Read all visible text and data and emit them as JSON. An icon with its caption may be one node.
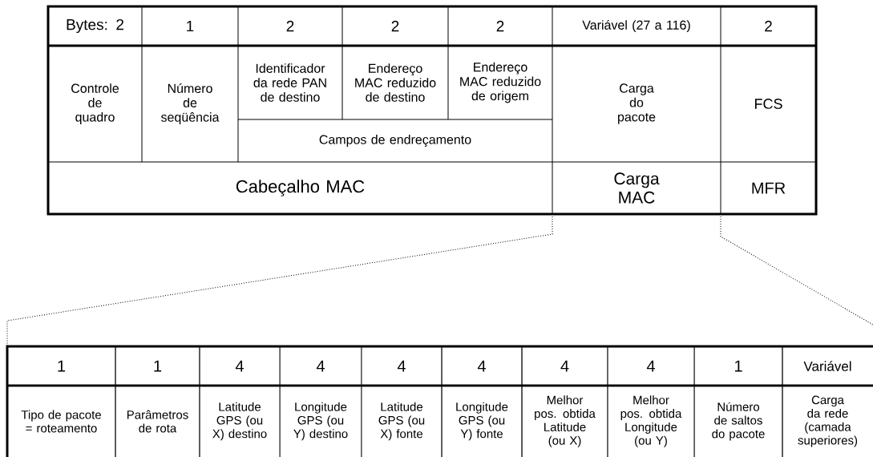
{
  "diagram": {
    "labels": [
      "Bytes: 2",
      "1",
      "2",
      "2",
      "2",
      "Variável (27 a 116)",
      "2",
      "Controle de quadro",
      "Número de seqüência",
      "Identificador da rede PAN de destino",
      "Endereço MAC reduzido de destino",
      "Endereço MAC reduzido de origem",
      "Carga do pacote",
      "FCS",
      "Campos de endreçamento",
      "Cabeçalho MAC",
      "Carga MAC",
      "MFR",
      "1",
      "1",
      "4",
      "4",
      "4",
      "4",
      "4",
      "4",
      "1",
      "Variável",
      "Tipo de pacote = roteamento",
      "Parâmetros de rota",
      "Latitude GPS (ou X) destino",
      "Longitude GPS (ou Y) destino",
      "Latitude GPS (ou X) fonte",
      "Longitude GPS (ou Y) fonte",
      "Melhor pos. obtida Latitude (ou X)",
      "Melhor pos. obtida Longitude (ou Y)",
      "Número de saltos do pacote",
      "Carga da rede (camada superiores)"
    ]
  }
}
